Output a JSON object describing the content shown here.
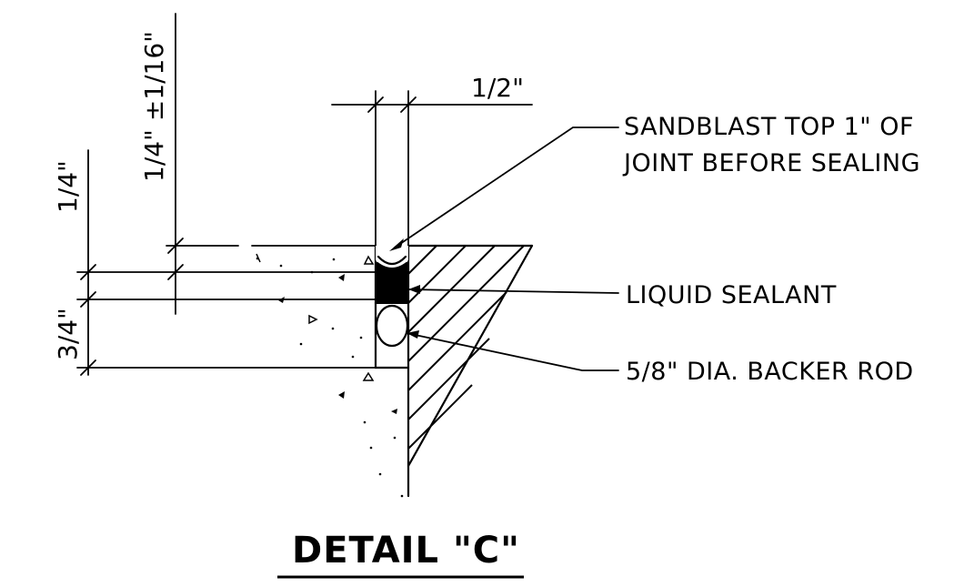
{
  "drawing": {
    "title": "DETAIL \"C\"",
    "dimensions": {
      "joint_width": "1/2\"",
      "top_recess": "1/4\" ±1/16\"",
      "sealant_depth": "1/4\"",
      "rod_depth": "3/4\""
    },
    "callouts": {
      "sandblast_line1": "SANDBLAST TOP 1\" OF",
      "sandblast_line2": "JOINT BEFORE SEALING",
      "sealant": "LIQUID SEALANT",
      "backer_rod": "5/8\" DIA. BACKER ROD"
    }
  }
}
